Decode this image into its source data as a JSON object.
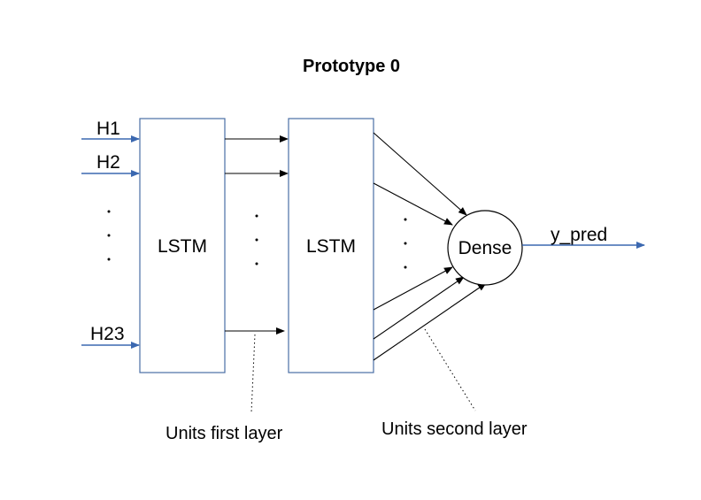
{
  "title": "Prototype 0",
  "inputs": [
    "H1",
    "H2",
    "H23"
  ],
  "layer1": {
    "label": "LSTM"
  },
  "layer2": {
    "label": "LSTM"
  },
  "dense": {
    "label": "Dense"
  },
  "output": {
    "label": "y_pred"
  },
  "annotations": {
    "first_layer_units": "Units first layer",
    "second_layer_units": "Units second layer"
  },
  "colors": {
    "box_stroke": "#4a6fa5",
    "input_arrow": "#3b68b0",
    "black": "#000000"
  }
}
